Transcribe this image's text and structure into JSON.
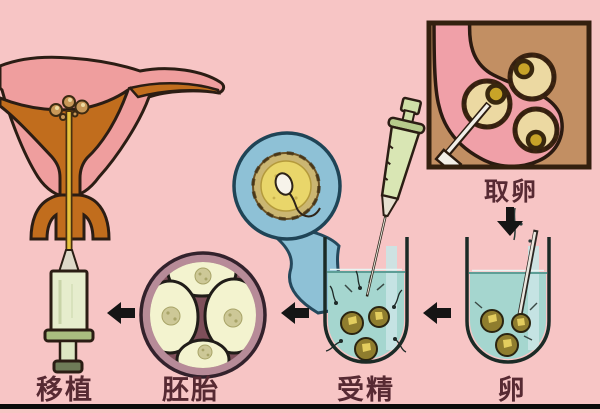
{
  "diagram": {
    "name": "ivf-process-diagram",
    "steps": [
      {
        "id": "retrieval",
        "label": "取卵"
      },
      {
        "id": "egg",
        "label": "卵"
      },
      {
        "id": "fertilization",
        "label": "受精"
      },
      {
        "id": "embryo",
        "label": "胚胎"
      },
      {
        "id": "transfer",
        "label": "移植"
      }
    ],
    "flow_direction": "right-to-left",
    "colors": {
      "background": "#f7c5c5",
      "outline": "#2b1d14",
      "uterus_pink": "#ef9e9e",
      "uterus_cavity_orange": "#c16d1d",
      "catheter_yellow": "#e6c23c",
      "syringe_green": "#d9e6b4",
      "water_teal": "#a5d6cf",
      "magnifier_blue": "#8ec1d6",
      "egg_yellow": "#e9d66a",
      "egg_olive": "#8f7d2e",
      "embryo_ring_mauve": "#b78b98",
      "cell_cream": "#f3f3cf",
      "inset_background_tan": "#c28f63",
      "ovary_pink": "#f0a0a8",
      "follicle_cream": "#ecd9a2",
      "label_text": "#572a33",
      "arrow_black": "#151515"
    }
  }
}
